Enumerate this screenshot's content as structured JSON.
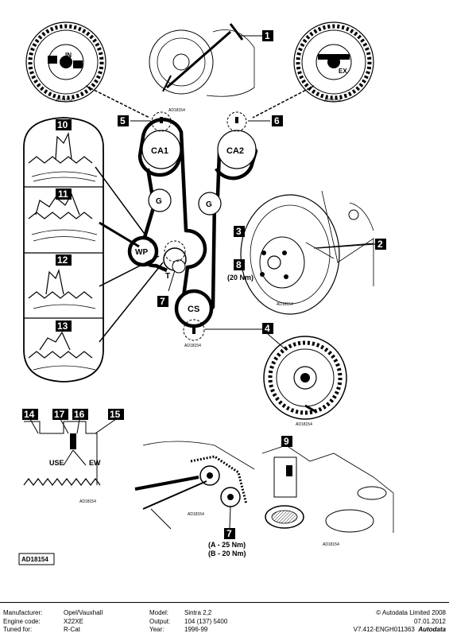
{
  "callouts": {
    "c1": "1",
    "c2": "2",
    "c3": "3",
    "c4": "4",
    "c5": "5",
    "c6": "6",
    "c7a": "7",
    "c7b": "7",
    "c8": "8",
    "c9": "9",
    "c10": "10",
    "c11": "11",
    "c12": "12",
    "c13": "13",
    "c14": "14",
    "c15": "15",
    "c16": "16",
    "c17": "17"
  },
  "pulleys": {
    "ca1": "CA1",
    "ca2": "CA2",
    "g": "G",
    "wp": "WP",
    "t": "T",
    "cs": "CS"
  },
  "labels": {
    "in": "IN",
    "ex": "EX",
    "use": "USE",
    "new": "EW",
    "torque8": "(20 Nm)",
    "torque7a": "(A - 25 Nm)",
    "torque7b": "(B - 20 Nm)",
    "ref": "AD18154",
    "small_ref": "AD18154"
  },
  "footer": {
    "manufacturer_label": "Manufacturer:",
    "manufacturer": "Opel/Vauxhall",
    "engine_label": "Engine code:",
    "engine": "X22XE",
    "tuned_label": "Tuned for:",
    "tuned": "R-Cat",
    "model_label": "Model:",
    "model": "Sintra 2,2",
    "output_label": "Output:",
    "output": "104 (137) 5400",
    "year_label": "Year:",
    "year": "1996-99",
    "copyright": "© Autodata Limited 2008",
    "date": "07.01.2012",
    "code": "V7.412-ENGH011363",
    "brand": "Autodata"
  }
}
